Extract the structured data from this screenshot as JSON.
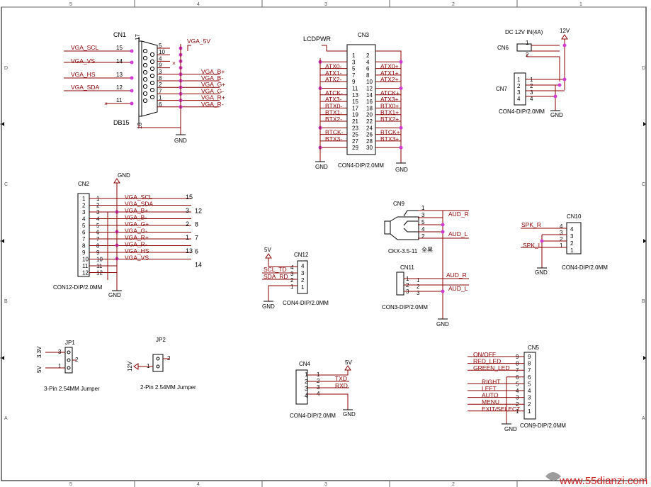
{
  "frame": {
    "top": [
      "5",
      "4",
      "3",
      "2",
      "1"
    ],
    "left": [
      "D",
      "C",
      "B",
      "A"
    ]
  },
  "cn1": {
    "ref": "CN1",
    "part": "DB15",
    "pin17": "17",
    "pin16": "16",
    "vcc": "VGA_5V",
    "gnd": "GND",
    "left_nets": [
      {
        "net": "VGA_SCL",
        "pin": "15"
      },
      {
        "net": "VGA_VS",
        "pin": "14"
      },
      {
        "net": "VGA_HS",
        "pin": "13"
      },
      {
        "net": "VGA_SDA",
        "pin": "12"
      },
      {
        "net": "",
        "pin": "11"
      }
    ],
    "right_pins": [
      "5",
      "10",
      "4",
      "9",
      "3",
      "8",
      "2",
      "7",
      "1",
      "6"
    ],
    "right_nets": [
      "",
      "",
      "",
      "",
      "VGA_B+",
      "VGA_B-",
      "VGA_G+",
      "VGA_G-",
      "VGA_R+",
      "VGA_R-"
    ]
  },
  "cn3": {
    "ref": "CN3",
    "caption": "CON4-DIP/2.0MM",
    "power": "LCDPWR",
    "gnd1": "GND",
    "gnd2": "GND",
    "pins_l": [
      "1",
      "3",
      "5",
      "7",
      "9",
      "11",
      "13",
      "15",
      "17",
      "19",
      "21",
      "23",
      "25",
      "27",
      "29"
    ],
    "pins_r": [
      "2",
      "4",
      "6",
      "8",
      "10",
      "12",
      "14",
      "16",
      "18",
      "20",
      "22",
      "24",
      "26",
      "28",
      "30"
    ],
    "nets_l": [
      "",
      "",
      "ATX0-",
      "ATX1-",
      "ATX2-",
      "",
      "ATCK-",
      "ATX3-",
      "BTX0-",
      "BTX1-",
      "BTX2-",
      "",
      "BTCK-",
      "BTX3-",
      ""
    ],
    "nets_r": [
      "",
      "",
      "ATX0+",
      "ATX1+",
      "ATX2+",
      "",
      "ATCK+",
      "ATX3+",
      "BTX0+",
      "BTX1+",
      "BTX2+",
      "",
      "BTCK+",
      "BTX3+",
      ""
    ]
  },
  "cn6": {
    "ref": "CN6",
    "title": "DC 12V IN(4A)",
    "vcc": "12V",
    "pins": [
      "1",
      "2"
    ]
  },
  "cn7": {
    "ref": "CN7",
    "caption": "CON4-DIP/2.0MM",
    "gnd": "GND",
    "pins": [
      "1",
      "2",
      "3",
      "4"
    ]
  },
  "cn2": {
    "ref": "CN2",
    "caption": "CON12-DIP/2.0MM",
    "gnd_top": "GND",
    "gnd_bot": "GND",
    "pins": [
      "1",
      "2",
      "3",
      "4",
      "5",
      "6",
      "7",
      "8",
      "9",
      "10",
      "11",
      "12"
    ],
    "nets": [
      "VGA_SCL",
      "VGA_SDA",
      "VGA_B+",
      "VGA_B-",
      "VGA_G+",
      "VGA_G-",
      "VGA_R+",
      "VGA_R-",
      "VGA_HS",
      "VGA_VS",
      "",
      ""
    ],
    "db_pins": [
      "15",
      "12",
      "3",
      "8",
      "2",
      "7",
      "1",
      "6",
      "13",
      "14"
    ]
  },
  "cn9": {
    "ref": "CN9",
    "caption": "CKX-3.5-11",
    "caption2": "全黑",
    "pins": [
      "1",
      "3",
      "5",
      "4",
      "2"
    ],
    "nets": [
      "AUD_R",
      "AUD_L"
    ]
  },
  "cn11": {
    "ref": "CN11",
    "caption": "CON3-DIP/2.0MM",
    "gnd": "GND",
    "pins": [
      "1",
      "2",
      "3"
    ],
    "nets": [
      "AUD_R",
      "AUD_L"
    ]
  },
  "cn10": {
    "ref": "CN10",
    "caption": "CON4-DIP/2.0MM",
    "gnd": "GND",
    "pins": [
      "4",
      "3",
      "2",
      "1"
    ],
    "side_pins": [
      "4",
      "3",
      "2",
      "1"
    ],
    "nets": [
      "SPK_R",
      "SPK_L"
    ]
  },
  "cn12": {
    "ref": "CN12",
    "caption": "CON4-DIP/2.0MM",
    "vcc": "5V",
    "gnd": "GND",
    "pins": [
      "4",
      "3",
      "2",
      "1"
    ],
    "side_pins": [
      "4",
      "3",
      "2",
      "1"
    ],
    "nets": [
      "SCL_TD",
      "SDA_RD"
    ]
  },
  "jp1": {
    "ref": "JP1",
    "caption": "3-Pin 2.54MM Jumper",
    "v1": "3.3V",
    "v2": "5V",
    "pins": [
      "3",
      "2",
      "1"
    ]
  },
  "jp2": {
    "ref": "JP2",
    "caption": "2-Pin 2.54MM Jumper",
    "vcc": "12V",
    "pins": [
      "2",
      "1"
    ]
  },
  "cn4": {
    "ref": "CN4",
    "caption": "CON4-DIP/2.0MM",
    "vcc": "5V",
    "gnd": "GND",
    "pins": [
      "1",
      "2",
      "3",
      "4"
    ],
    "side_pins": [
      "1",
      "2",
      "3",
      "4"
    ],
    "nets": [
      "TXD",
      "RXD"
    ]
  },
  "cn5": {
    "ref": "CN5",
    "caption": "CON9-DIP/2.0MM",
    "gnd": "GND",
    "pins": [
      "9",
      "8",
      "7",
      "6",
      "5",
      "4",
      "3",
      "2",
      "1"
    ],
    "side_pins": [
      "9",
      "8",
      "7",
      "6",
      "5",
      "4",
      "3",
      "2",
      "1"
    ],
    "nets": [
      "ON/OFF",
      "RED_LED",
      "GREEN_LED",
      "",
      "RIGHT",
      "LEFT",
      "AUTO",
      "MENU",
      "EXIT/SELECT"
    ]
  },
  "watermark": "www.55dianzi.com"
}
